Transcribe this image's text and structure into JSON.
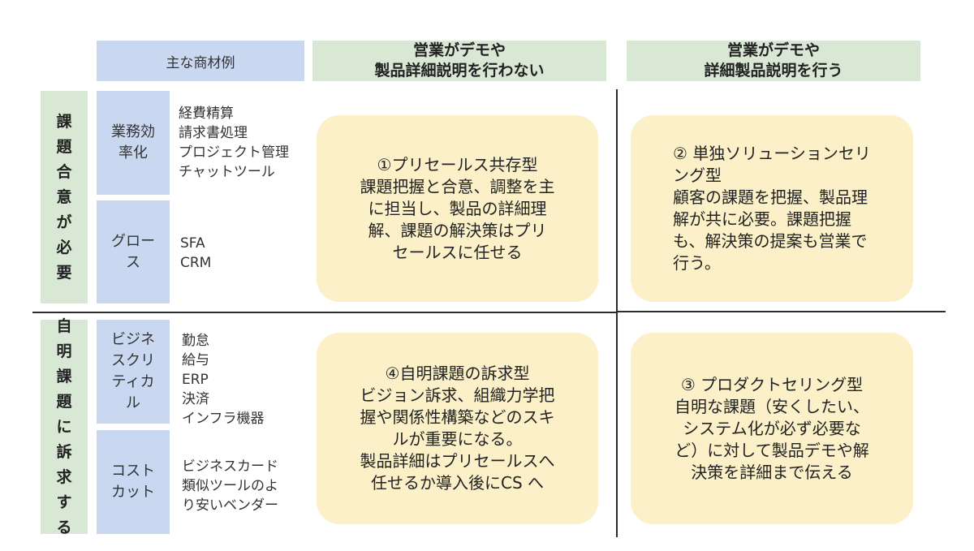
{
  "header": {
    "examples_label": "主な商材例",
    "col_no_demo": "営業がデモや\n製品詳細説明を行わない",
    "col_demo": "営業がデモや\n詳細製品説明を行う"
  },
  "rows": {
    "top_label": "課\n題\n合\n意\nが\n必\n要",
    "bottom_label": "自\n明\n課\n題\nに\n訴\n求\nす\nる"
  },
  "categories": {
    "efficiency": "業務効\n率化",
    "growth": "グロー\nス",
    "critical": "ビジネ\nスクリ\nティカ\nル",
    "cost": "コスト\nカット"
  },
  "examples": {
    "efficiency": "経費精算\n請求書処理\nプロジェクト管理\nチャットツール",
    "growth": "SFA\nCRM",
    "critical": "勤怠\n給与\nERP\n決済\nインフラ機器",
    "cost": "ビジネスカード\n類似ツールのよ\nり安いベンダー"
  },
  "quadrants": {
    "q1": "①プリセールス共存型\n課題把握と合意、調整を主\nに担当し、製品の詳細理\n解、課題の解決策はプリ\nセールスに任せる",
    "q2": "② 単独ソリューションセリ\nング型\n顧客の課題を把握、製品理\n解が共に必要。課題把握\nも、解決策の提案も営業で\n行う。",
    "q3": "③ プロダクトセリング型\n自明な課題（安くしたい、\nシステム化が必ず必要な\nど）に対して製品デモや解\n決策を詳細まで伝える",
    "q4": "④自明課題の訴求型\nビジョン訴求、組織力学把\n握や関係性構築などのスキ\nルが重要になる。\n製品詳細はプリセールスへ\n任せるか導入後にCS へ"
  },
  "colors": {
    "blue": "#c9d7f0",
    "green": "#d9e8d5",
    "cream": "#fbf0c8",
    "line": "#2b2b2b"
  }
}
